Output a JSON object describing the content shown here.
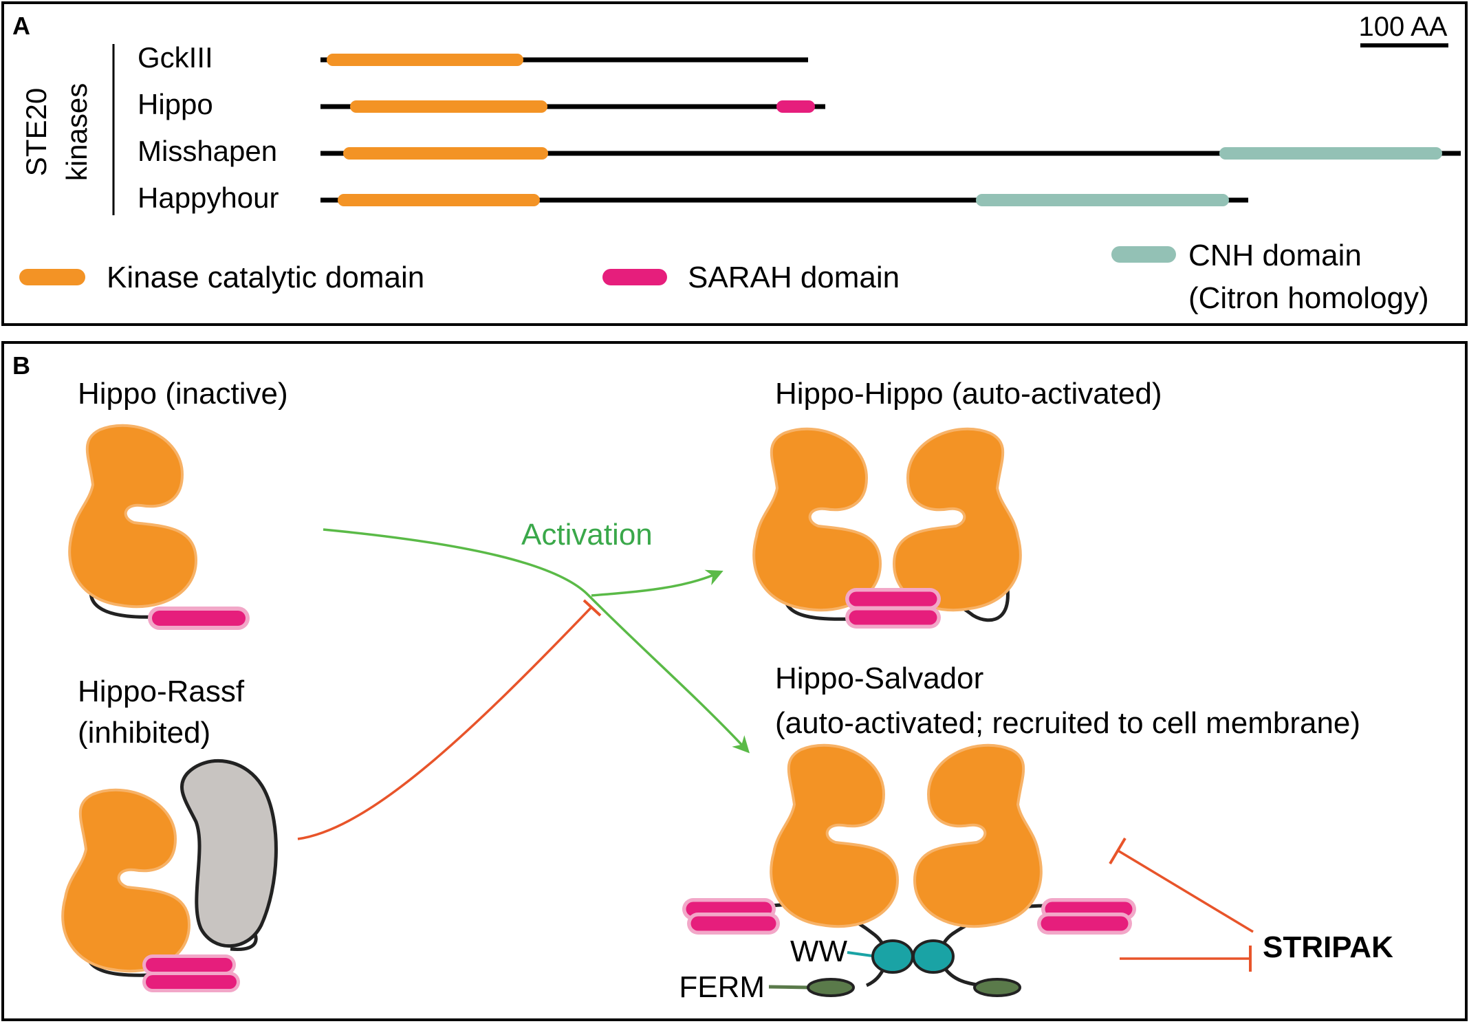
{
  "panel_a": {
    "letter": "A",
    "group_label_line1": "STE20",
    "group_label_line2": "kinases",
    "scale_bar_label": "100 AA",
    "proteins": [
      {
        "name": "GckIII"
      },
      {
        "name": "Hippo"
      },
      {
        "name": "Misshapen"
      },
      {
        "name": "Happyhour"
      }
    ],
    "legend": {
      "kinase": "Kinase catalytic domain",
      "sarah": "SARAH domain",
      "cnh_line1": "CNH domain",
      "cnh_line2": "(Citron homology)"
    }
  },
  "panel_b": {
    "letter": "B",
    "inactive_label": "Hippo (inactive)",
    "rassf_label_line1": "Hippo-Rassf",
    "rassf_label_line2": "(inhibited)",
    "dimer_label": "Hippo-Hippo (auto-activated)",
    "salvador_label_line1": "Hippo-Salvador",
    "salvador_label_line2": "(auto-activated; recruited to cell membrane)",
    "activation_label": "Activation",
    "ww_label": "WW",
    "ferm_label": "FERM",
    "stripak_label": "STRIPAK"
  },
  "colors": {
    "kinase": "#f39325",
    "kinase_edge": "#f7b267",
    "sarah": "#e61e7c",
    "sarah_edge": "#f2a7c8",
    "cnh": "#93c1b5",
    "rassf": "#c8c4c1",
    "ww": "#1aa3a5",
    "ferm": "#5a7a4a",
    "activation": "#5aba47",
    "inhibition": "#e8542a",
    "line": "#000000"
  }
}
